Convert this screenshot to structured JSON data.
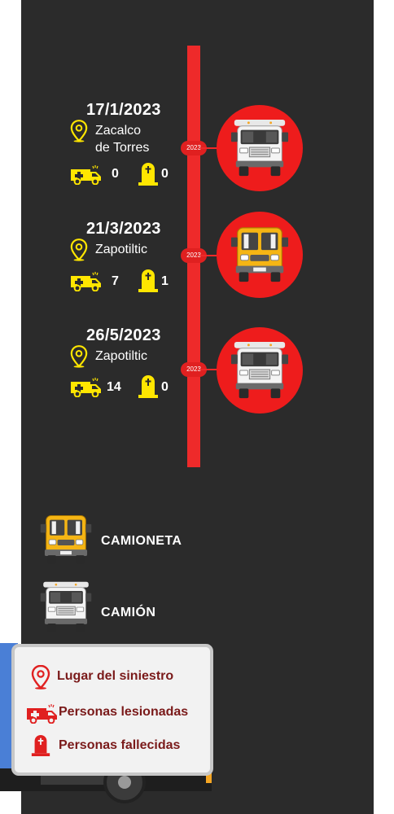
{
  "events": [
    {
      "date": "17/1/2023",
      "place_line1": "Zacalco",
      "place_line2": "de Torres",
      "injured": "0",
      "dead": "0",
      "year": "2023",
      "vehicle": "truck"
    },
    {
      "date": "21/3/2023",
      "place_line1": "Zapotiltic",
      "place_line2": "",
      "injured": "7",
      "dead": "1",
      "year": "2023",
      "vehicle": "van"
    },
    {
      "date": "26/5/2023",
      "place_line1": "Zapotiltic",
      "place_line2": "",
      "injured": "14",
      "dead": "0",
      "year": "2023",
      "vehicle": "truck"
    }
  ],
  "vehicle_legend": {
    "van": "CAMIONETA",
    "truck": "CAMIÓN"
  },
  "legend": {
    "place": "Lugar del siniestro",
    "injured": "Personas lesionadas",
    "dead": "Personas fallecidas"
  },
  "colors": {
    "panel": "#2b2b2b",
    "timeline_red": "#ee2a2a",
    "icon_yellow": "#ffe600",
    "legend_text": "#7a1a1a"
  }
}
